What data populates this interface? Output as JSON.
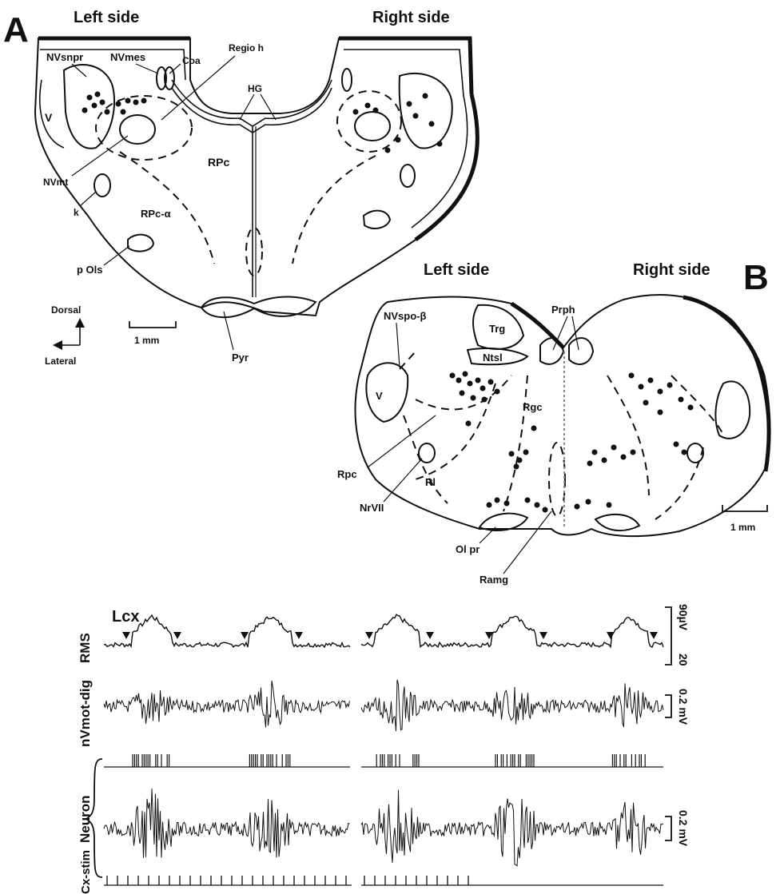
{
  "panel_a": {
    "letter": "A",
    "left_side": "Left side",
    "right_side": "Right side",
    "labels": {
      "nvsnpr": "NVsnpr",
      "nvmes": "NVmes",
      "coa": "Coa",
      "regio_h": "Regio h",
      "hg": "HG",
      "v": "V",
      "rpc": "RPc",
      "nvmt": "NVmt",
      "k": "k",
      "rpc_alpha": "RPc-α",
      "p_ols": "p Ols",
      "pyr": "Pyr"
    },
    "orientation": {
      "dorsal": "Dorsal",
      "lateral": "Lateral"
    },
    "scale": "1 mm"
  },
  "panel_b": {
    "letter": "B",
    "left_side": "Left side",
    "right_side": "Right side",
    "labels": {
      "nvspo": "NVspo-β",
      "trg": "Trg",
      "prph": "Prph",
      "ntsl": "Ntsl",
      "v": "V",
      "rgc": "Rgc",
      "rpc": "Rpc",
      "rl": "Rl",
      "nrvii": "NrVII",
      "ol_pr": "Ol pr",
      "ramg": "Ramg"
    },
    "scale": "1 mm"
  },
  "recordings": {
    "title": "Lcx",
    "rows": {
      "rms": "RMS",
      "nvmot": "nVmot-dig",
      "neuron": "Neuron",
      "cxstim": "Cx-stim"
    },
    "scales": {
      "rms_top": "90µV",
      "rms_bottom": "20",
      "nvmot": "0.2 mV",
      "neuron": "0.2 mV"
    }
  }
}
